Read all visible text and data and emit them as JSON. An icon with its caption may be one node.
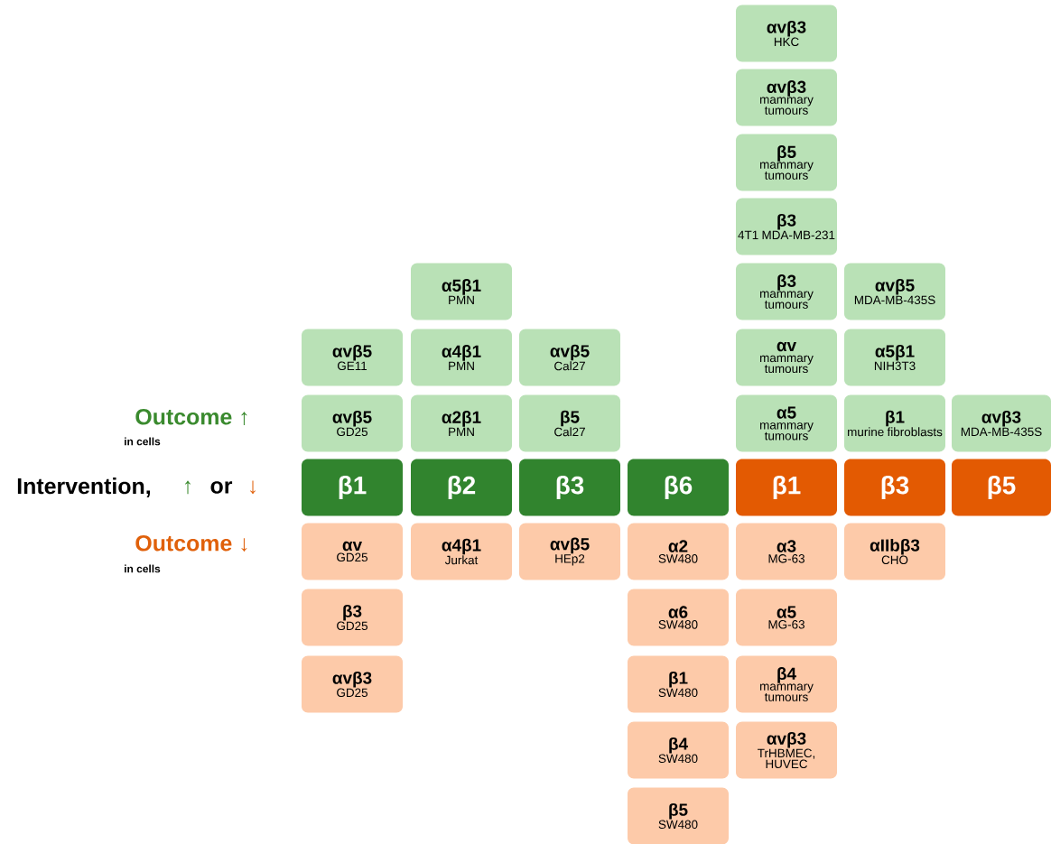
{
  "diagram": {
    "nodes": [
      {
        "text": [
          "αvβ3",
          "HKC"
        ]
      },
      {
        "text": [
          "αvβ3",
          "mammary tumours"
        ]
      },
      {
        "text": [
          "β5",
          "mammary tumours"
        ]
      },
      {
        "text": [
          "β3",
          "4T1 MDA-MB-231"
        ]
      },
      {
        "text": [
          "α5β1",
          "PMN"
        ]
      },
      {
        "text": [
          "β3",
          "mammary tumours"
        ]
      },
      {
        "text": [
          "αvβ5",
          "MDA-MB-435S"
        ]
      },
      {
        "text": [
          "αvβ5",
          "GE11"
        ]
      },
      {
        "text": [
          "α4β1",
          "PMN"
        ]
      },
      {
        "text": [
          "αvβ5",
          "Cal27"
        ]
      },
      {
        "text": [
          "αv",
          "mammary tumours"
        ]
      },
      {
        "text": [
          "α5β1",
          "NIH3T3"
        ]
      },
      {
        "text": [
          "αvβ5",
          "GD25"
        ]
      },
      {
        "text": [
          "α2β1",
          "PMN"
        ]
      },
      {
        "text": [
          "β5",
          "Cal27"
        ]
      },
      {
        "text": [
          "α5",
          "mammary tumours"
        ]
      },
      {
        "text": [
          "β1",
          "murine fibroblasts"
        ]
      },
      {
        "text": [
          "αvβ3",
          "MDA-MB-435S"
        ]
      },
      {
        "text": [
          "β1"
        ]
      },
      {
        "text": [
          "β2"
        ]
      },
      {
        "text": [
          "β3"
        ]
      },
      {
        "text": [
          "β6"
        ]
      },
      {
        "text": [
          "β1"
        ]
      },
      {
        "text": [
          "β3"
        ]
      },
      {
        "text": [
          "β5"
        ]
      },
      {
        "text": [
          "αv",
          "GD25"
        ]
      },
      {
        "text": [
          "α4β1",
          "Jurkat"
        ]
      },
      {
        "text": [
          "αvβ5",
          "HEp2"
        ]
      },
      {
        "text": [
          "α2",
          "SW480"
        ]
      },
      {
        "text": [
          "α3",
          "MG-63"
        ]
      },
      {
        "text": [
          "αIIbβ3",
          "CHO"
        ]
      },
      {
        "text": [
          "β3",
          "GD25"
        ]
      },
      {
        "text": [
          "α6",
          "SW480"
        ]
      },
      {
        "text": [
          "α5",
          "MG-63"
        ]
      },
      {
        "text": [
          "αvβ3",
          "GD25"
        ]
      },
      {
        "text": [
          "β1",
          "SW480"
        ]
      },
      {
        "text": [
          "β4",
          "mammary tumours"
        ]
      },
      {
        "text": [
          "β4",
          "SW480"
        ]
      },
      {
        "text": [
          "αvβ3",
          "TrHBMEC, HUVEC"
        ]
      },
      {
        "text": [
          "β5",
          "SW480"
        ]
      }
    ],
    "labels": [
      "Outcome ↑",
      "in cells",
      "Intervention,",
      "↑",
      "or",
      "↓",
      "Outcome ↓",
      "in cells"
    ]
  }
}
